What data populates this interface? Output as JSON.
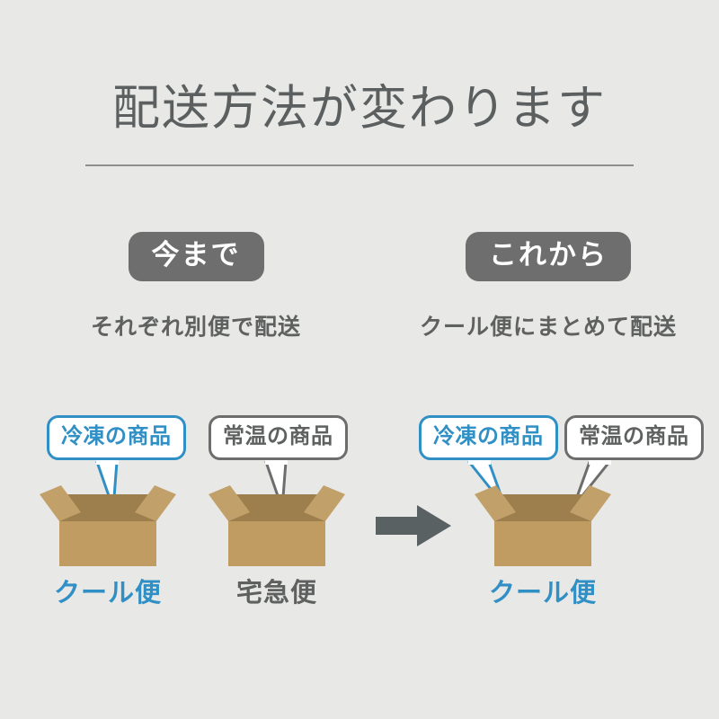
{
  "page": {
    "background_color": "#e8e8e6",
    "title": "配送方法が変わります"
  },
  "colors": {
    "accent_blue": "#3090c5",
    "gray_text": "#5f6161",
    "badge_gray": "#6e6e6e",
    "box_flap": "#c2a06a",
    "box_inner": "#9d7f4e",
    "box_front": "#c09c62",
    "arrow_gray": "#5a6163"
  },
  "columns": [
    {
      "id": "before",
      "badge_label": "今まで",
      "subtitle": "それぞれ別便で配送",
      "boxes": [
        {
          "bubble_label": "冷凍の商品",
          "bubble_style": "blue",
          "ship_label": "クール便",
          "ship_style": "blue"
        },
        {
          "bubble_label": "常温の商品",
          "bubble_style": "gray",
          "ship_label": "宅急便",
          "ship_style": "gray"
        }
      ]
    },
    {
      "id": "after",
      "badge_label": "これから",
      "subtitle": "クール便にまとめて配送",
      "boxes": [
        {
          "bubble_label": "冷凍の商品",
          "bubble_style": "blue",
          "ship_label": "クール便",
          "ship_style": "blue"
        },
        {
          "bubble_label": "常温の商品",
          "bubble_style": "gray",
          "ship_label": null,
          "ship_style": null
        }
      ]
    }
  ],
  "arrow": {
    "icon": "arrow-right-icon",
    "direction": "right"
  }
}
